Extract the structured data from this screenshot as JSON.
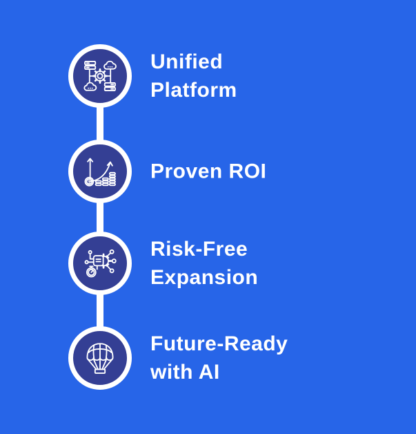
{
  "colors": {
    "background": "#2765E8",
    "badge": "#343F94",
    "text": "#FFFFFF",
    "stroke": "#FFFFFF"
  },
  "timeline": {
    "orientation": "vertical",
    "connector": "white-line"
  },
  "items": [
    {
      "label": "Unified\nPlatform",
      "icon": "servers-clouds-gear-icon"
    },
    {
      "label": "Proven ROI",
      "icon": "growth-chart-coins-icon"
    },
    {
      "label": "Risk-Free\nExpansion",
      "icon": "gear-circuit-stopwatch-icon"
    },
    {
      "label": "Future-Ready\nwith AI",
      "icon": "parachute-icon"
    }
  ]
}
